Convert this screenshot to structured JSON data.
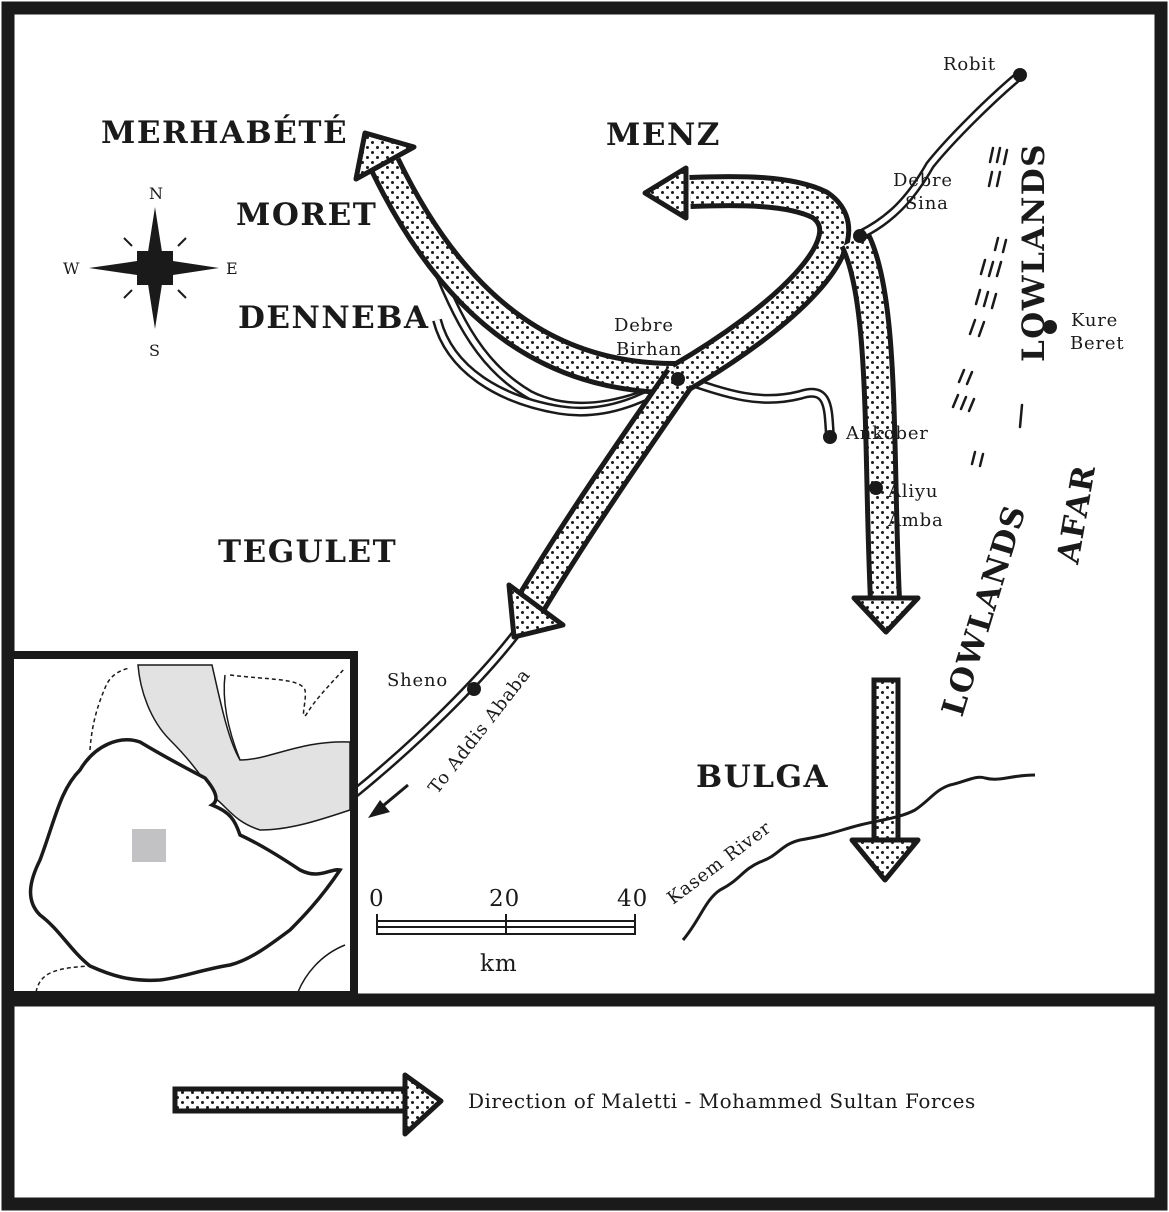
{
  "regions": {
    "merhabete": "MERHABÉTÉ",
    "menz": "MENZ",
    "moret": "MORET",
    "denneba": "DENNEBA",
    "tegulet": "TEGULET",
    "bulga": "BULGA",
    "lowlands_north": "LOWLANDS",
    "lowlands_south": "LOWLANDS",
    "afar": "AFAR"
  },
  "towns": {
    "robit": "Robit",
    "debre_sina_1": "Debre",
    "debre_sina_2": "Sina",
    "kure_beret_1": "Kure",
    "kure_beret_2": "Beret",
    "debre_birhan_1": "Debre",
    "debre_birhan_2": "Birhan",
    "ankober": "Ankober",
    "aliyu_amba_1": "Aliyu",
    "aliyu_amba_2": "Amba",
    "sheno": "Sheno"
  },
  "features": {
    "to_addis": "To Addis Ababa",
    "kasem_river": "Kasem River"
  },
  "compass": {
    "n": "N",
    "s": "S",
    "e": "E",
    "w": "W"
  },
  "scale": {
    "t0": "0",
    "t1": "20",
    "t2": "40",
    "unit": "km"
  },
  "legend": {
    "label": "Direction of Maletti - Mohammed Sultan Forces"
  },
  "colors": {
    "ink": "#1a1a1a",
    "inset_shade": "#e2e2e2",
    "inset_marker": "#c2c2c4"
  }
}
